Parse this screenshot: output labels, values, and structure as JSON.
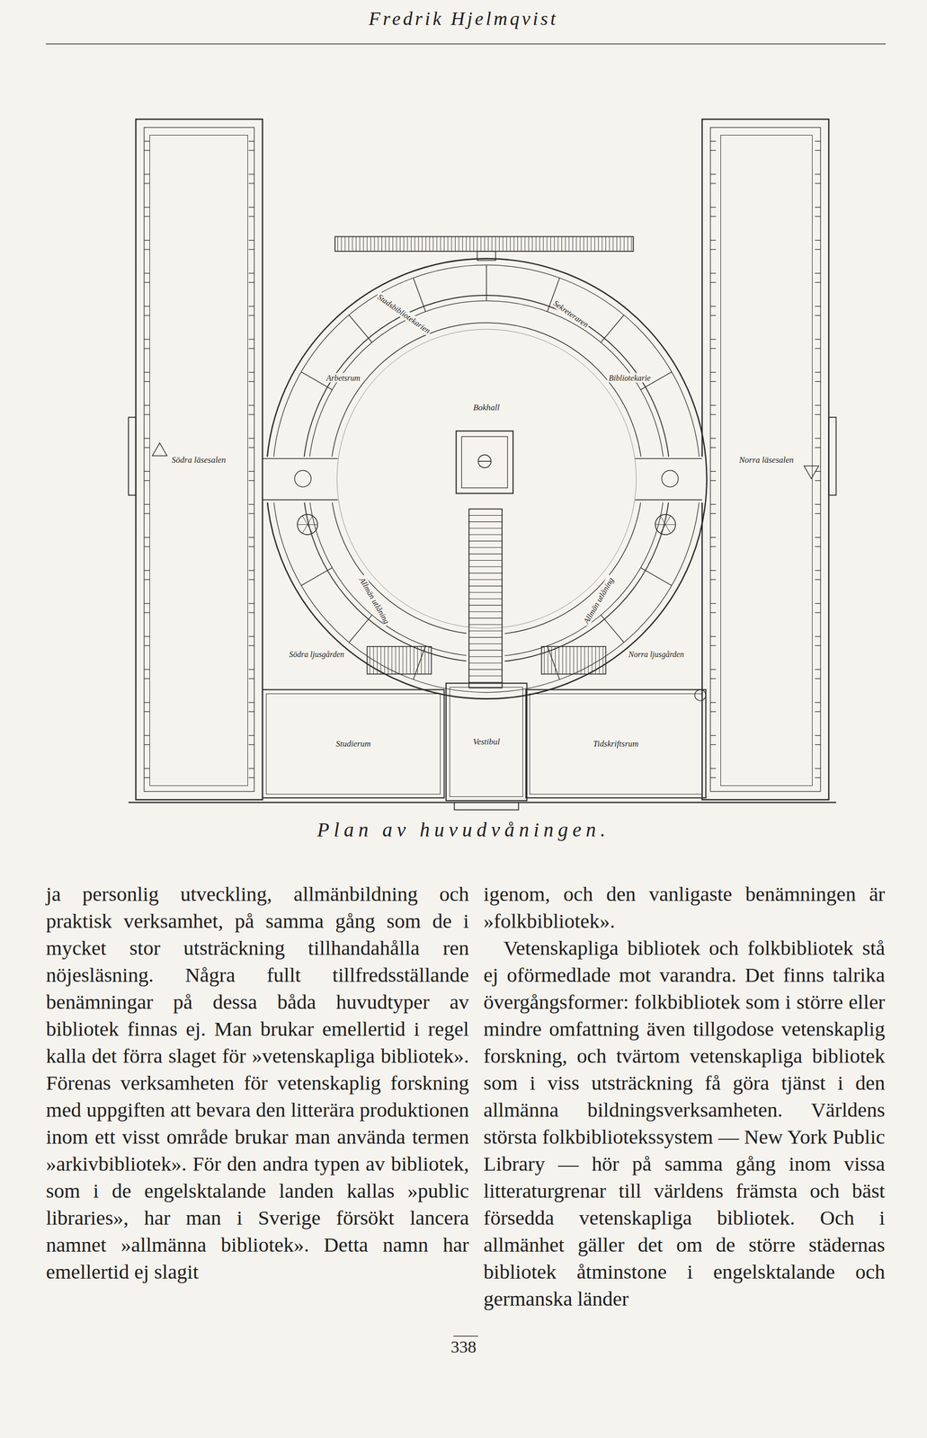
{
  "diagram": {
    "caption": "Plan av huvudvåningen.",
    "nodes": [
      {
        "text": [
          "Södra läsesalen"
        ]
      },
      {
        "text": [
          "Norra läsesalen"
        ]
      },
      {
        "text": [
          "Bokhall"
        ]
      },
      {
        "text": [
          "Studierum"
        ]
      },
      {
        "text": [
          "Vestibul"
        ]
      },
      {
        "text": [
          "Tidskriftsrum"
        ]
      }
    ],
    "labels": [
      "Fredrik Hjelmqvist",
      "Stadsbibliotekarien",
      "Sekreteraren",
      "Arbetsrum",
      "Bibliotekarie",
      "Allmän utlåning",
      "Allmän utlåning",
      "Södra ljusgården",
      "Norra ljusgården",
      "ja personlig utveckling, allmänbildning och praktisk verksamhet, på samma gång som de i mycket stor utsträckning tillhandahålla ren nöjesläsning. Några fullt tillfredsställande benämningar på dessa båda huvudtyper av bibliotek finnas ej. Man brukar emellertid i regel kalla det förra slaget för »vetenskapliga bibliotek». Förenas verksamheten för vetenskaplig forskning med uppgiften att bevara den litterära produktionen inom ett visst område brukar man använda termen »arkivbibliotek». För den andra typen av bibliotek, som i de engelsktalande landen kallas »public libraries», har man i Sverige försökt lancera namnet »allmänna bibliotek». Detta namn har emellertid ej slagit",
      "igenom, och den vanligaste benämningen är »folkbibliotek».",
      "Vetenskapliga bibliotek och folkbibliotek stå ej oförmedlade mot varandra. Det finns talrika övergångsformer: folkbibliotek som i större eller mindre omfattning även tillgodose vetenskaplig forskning, och tvärtom vetenskapliga bibliotek som i viss utsträckning få göra tjänst i den allmänna bildningsverksamheten. Världens största folkbibliotekssystem — New York Public Library — hör på samma gång inom vissa litteraturgrenar till världens främsta och bäst försedda vetenskapliga bibliotek. Och i allmänhet gäller det om de större städernas bibliotek åtminstone i engelsktalande och germanska länder",
      "338"
    ]
  }
}
